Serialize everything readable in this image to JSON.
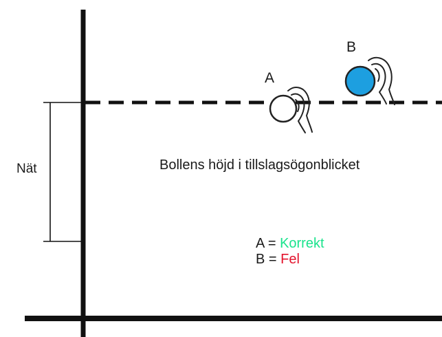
{
  "labels": {
    "net": "Nät",
    "caption": "Bollens höjd i tillslagsögonblicket",
    "ball_a": "A",
    "ball_b": "B"
  },
  "legend": {
    "equals": "=",
    "items": [
      {
        "key": "A",
        "value": "Korrekt",
        "color": "#19e38c"
      },
      {
        "key": "B",
        "value": "Fel",
        "color": "#e3122b"
      }
    ]
  },
  "balls": {
    "a": {
      "fill": "#ffffff",
      "stroke": "#222222"
    },
    "b": {
      "fill": "#1d9fe0",
      "stroke": "#222222"
    }
  },
  "colors": {
    "ink": "#111111"
  }
}
